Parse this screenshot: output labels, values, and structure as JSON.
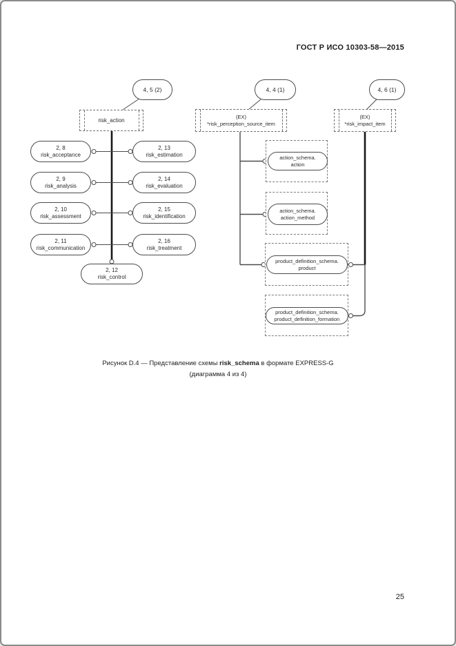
{
  "page": {
    "header": "ГОСТ Р ИСО 10303-58—2015",
    "page_number": "25"
  },
  "diagram": {
    "page_refs": [
      {
        "label": "4, 5 (2)"
      },
      {
        "label": "4, 4 (1)"
      },
      {
        "label": "4, 6 (1)"
      }
    ],
    "schema_refs": [
      {
        "tag": "",
        "name": "risk_action"
      },
      {
        "tag": "(EX)",
        "name": "*risk_perception_source_item"
      },
      {
        "tag": "(EX)",
        "name": "*risk_impact_item"
      }
    ],
    "entities": {
      "left": [
        {
          "ref": "2, 8",
          "name": "risk_acceptance"
        },
        {
          "ref": "2, 9",
          "name": "risk_analysis"
        },
        {
          "ref": "2, 10",
          "name": "risk_assessment"
        },
        {
          "ref": "2, 11",
          "name": "risk_communication"
        }
      ],
      "right": [
        {
          "ref": "2, 13",
          "name": "risk_estimation"
        },
        {
          "ref": "2, 14",
          "name": "risk_evaluation"
        },
        {
          "ref": "2, 15",
          "name": "risk_identification"
        },
        {
          "ref": "2, 16",
          "name": "risk_treatment"
        }
      ],
      "bottom": {
        "ref": "2, 12",
        "name": "risk_control"
      },
      "external": [
        {
          "line1": "action_schema.",
          "line2": "action"
        },
        {
          "line1": "action_schema.",
          "line2": "action_method"
        },
        {
          "line1": "product_definition_schema.",
          "line2": "product"
        },
        {
          "line1": "product_definition_schema.",
          "line2": "product_definition_formation"
        }
      ]
    }
  },
  "caption": {
    "prefix": "Рисунок  D.4 — Представление схемы ",
    "schema_name": "risk_schema",
    "suffix": " в формате EXPRESS-G",
    "line2": "(диаграмма 4 из 4)"
  }
}
